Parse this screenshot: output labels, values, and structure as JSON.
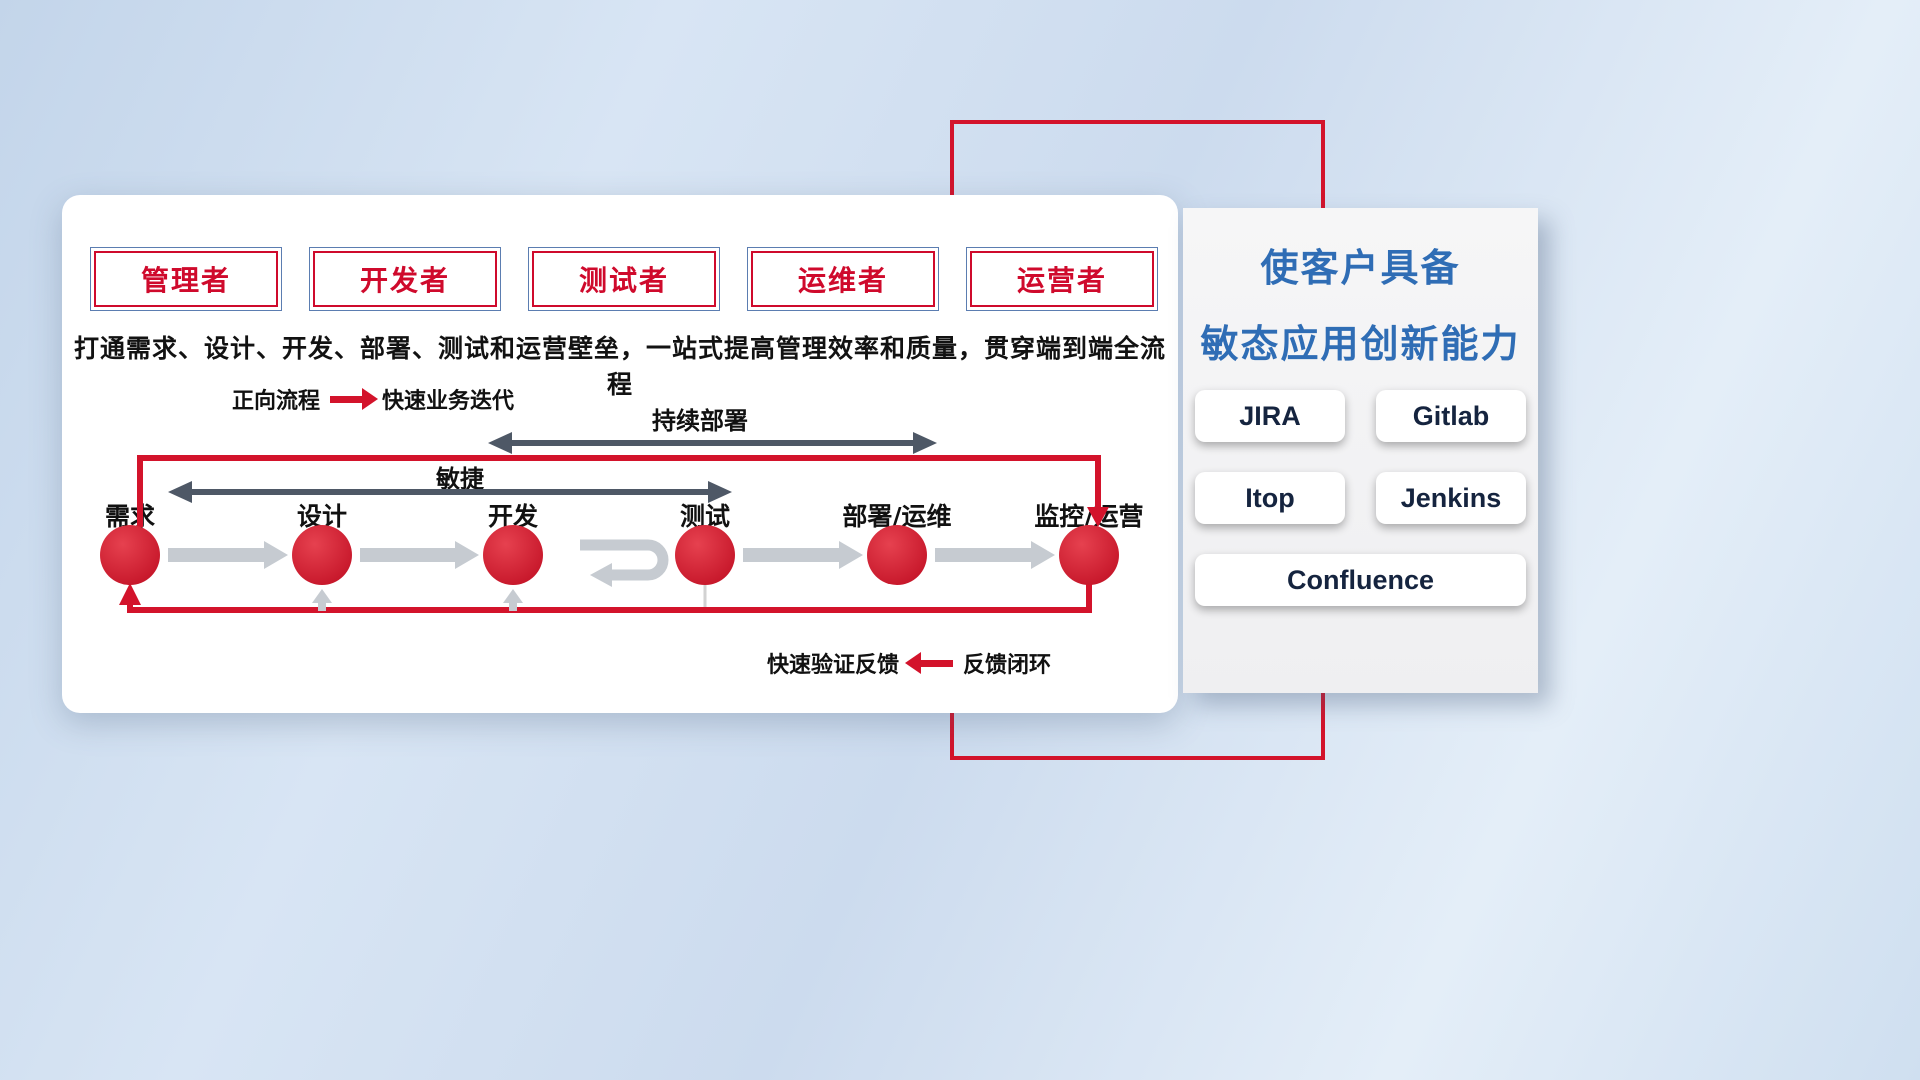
{
  "colors": {
    "accent_red": "#d3132b",
    "panel_title_blue": "#2f6db5",
    "role_text_red": "#cf0a2c",
    "flow_arrow_gray": "#c6cbd1",
    "span_arrow_dark": "#4e5866"
  },
  "roles": [
    "管理者",
    "开发者",
    "测试者",
    "运维者",
    "运营者"
  ],
  "description": "打通需求、设计、开发、部署、测试和运营壁垒，一站式提高管理效率和质量，贯穿端到端全流程",
  "legends": {
    "forward_label": "正向流程",
    "forward_value": "快速业务迭代",
    "feedback_label": "快速验证反馈",
    "feedback_value": "反馈闭环"
  },
  "flow": {
    "stages": [
      "需求",
      "设计",
      "开发",
      "测试",
      "部署/运维",
      "监控/运营"
    ],
    "agile_label": "敏捷",
    "continuous_deploy_label": "持续部署"
  },
  "panel": {
    "title_line1": "使客户具备",
    "title_line2": "敏态应用创新能力",
    "tools": [
      "JIRA",
      "Gitlab",
      "Itop",
      "Jenkins",
      "Confluence"
    ]
  }
}
